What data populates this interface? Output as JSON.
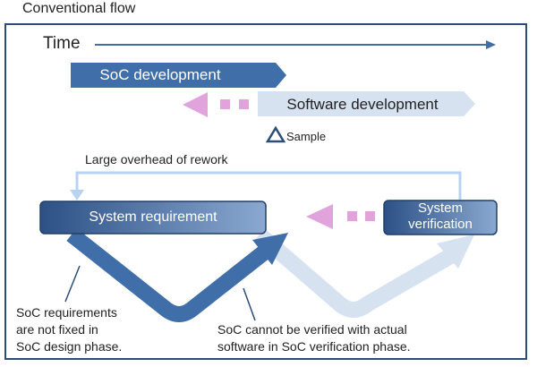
{
  "title": "Conventional flow",
  "timeline": {
    "label": "Time"
  },
  "phases": {
    "soc_development": "SoC development",
    "software_development": "Software development"
  },
  "milestone": {
    "icon": "triangle-icon",
    "label": "Sample"
  },
  "rework": {
    "label": "Large overhead of rework"
  },
  "boxes": {
    "system_requirement": "System requirement",
    "system_verification_line1": "System",
    "system_verification_line2": "verification"
  },
  "notes": {
    "note1_line1": "SoC requirements",
    "note1_line2": "are not fixed in",
    "note1_line3": "SoC design phase.",
    "note2_line1": "SoC cannot be verified with actual",
    "note2_line2": "software in SoC verification phase."
  },
  "colors": {
    "dark_blue": "#3f6ea8",
    "light_blue": "#d6e2ef",
    "pink": "#e0a3dc",
    "frame": "#2e4d75"
  }
}
